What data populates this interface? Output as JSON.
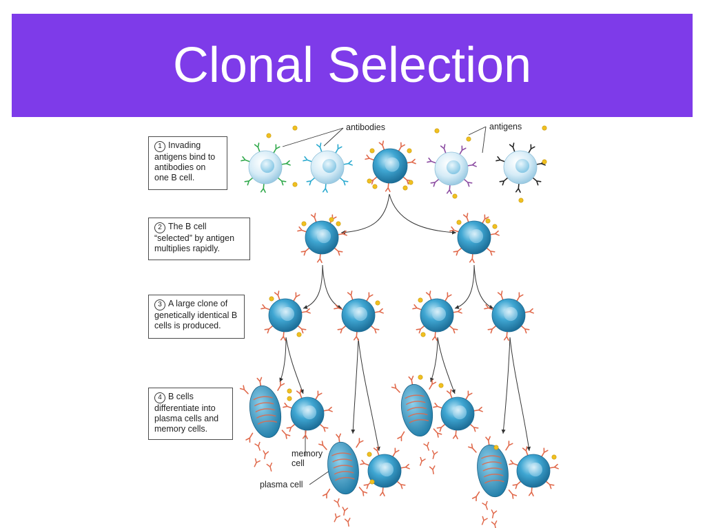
{
  "slide": {
    "title": "Clonal Selection",
    "colors": {
      "title_bar": "#7e3be9",
      "cell_blue": "#2e9ac8",
      "cell_pale": "#cfe9f5",
      "antigen": "#f0c020",
      "receptor_red": "#e0684a",
      "receptor_green": "#2fa84a",
      "receptor_cyan": "#29a9cf",
      "receptor_purple": "#8a4aa0",
      "receptor_black": "#222222"
    }
  },
  "diagram": {
    "steps": [
      {
        "number": "1",
        "text": "Invading antigens bind to antibodies on one B cell."
      },
      {
        "number": "2",
        "text": "The B cell “selected” by antigen multiplies rapidly."
      },
      {
        "number": "3",
        "text": "A large clone of genetically identical B cells is produced."
      },
      {
        "number": "4",
        "text": "B cells differentiate into plasma cells and memory cells."
      }
    ],
    "labels": {
      "antibodies": "antibodies",
      "antigens": "antigens",
      "memory_cell": "memory cell",
      "plasma_cell": "plasma cell"
    }
  }
}
